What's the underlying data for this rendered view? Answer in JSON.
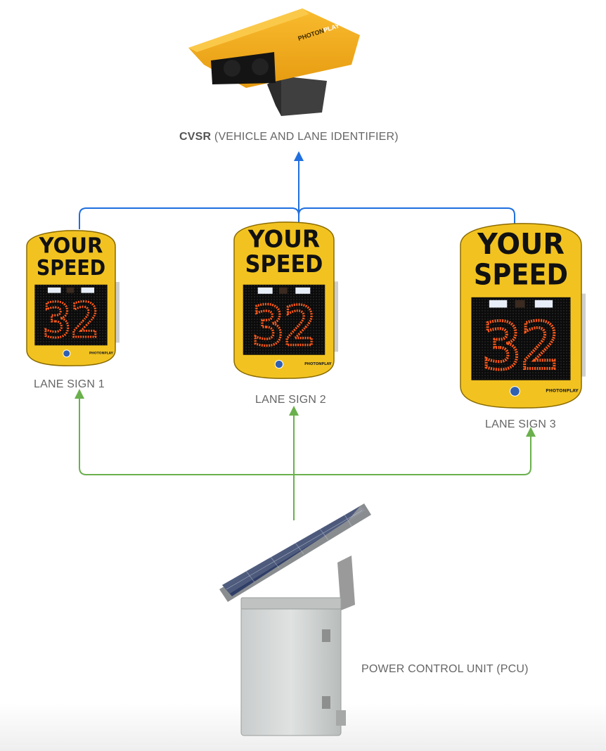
{
  "diagram": {
    "camera": {
      "label_bold": "CVSR",
      "label_rest": " (VEHICLE AND LANE IDENTIFIER)",
      "brand_left": "PHOTON",
      "brand_right": "PLAY"
    },
    "signs": [
      {
        "label": "LANE SIGN 1",
        "line1": "YOUR",
        "line2": "SPEED",
        "speed": "32",
        "brand": "PHOTONPLAY"
      },
      {
        "label": "LANE SIGN 2",
        "line1": "YOUR",
        "line2": "SPEED",
        "speed": "32",
        "brand": "PHOTONPLAY"
      },
      {
        "label": "LANE SIGN 3",
        "line1": "YOUR",
        "line2": "SPEED",
        "speed": "32",
        "brand": "PHOTONPLAY"
      }
    ],
    "pcu": {
      "label": "POWER CONTROL UNIT (PCU)"
    },
    "colors": {
      "data_link": "#1f6fe0",
      "power_link": "#6ab04c",
      "sign_yellow": "#f2c320",
      "camera_orange": "#f3a81a",
      "led_orange": "#ff5a1a"
    }
  }
}
